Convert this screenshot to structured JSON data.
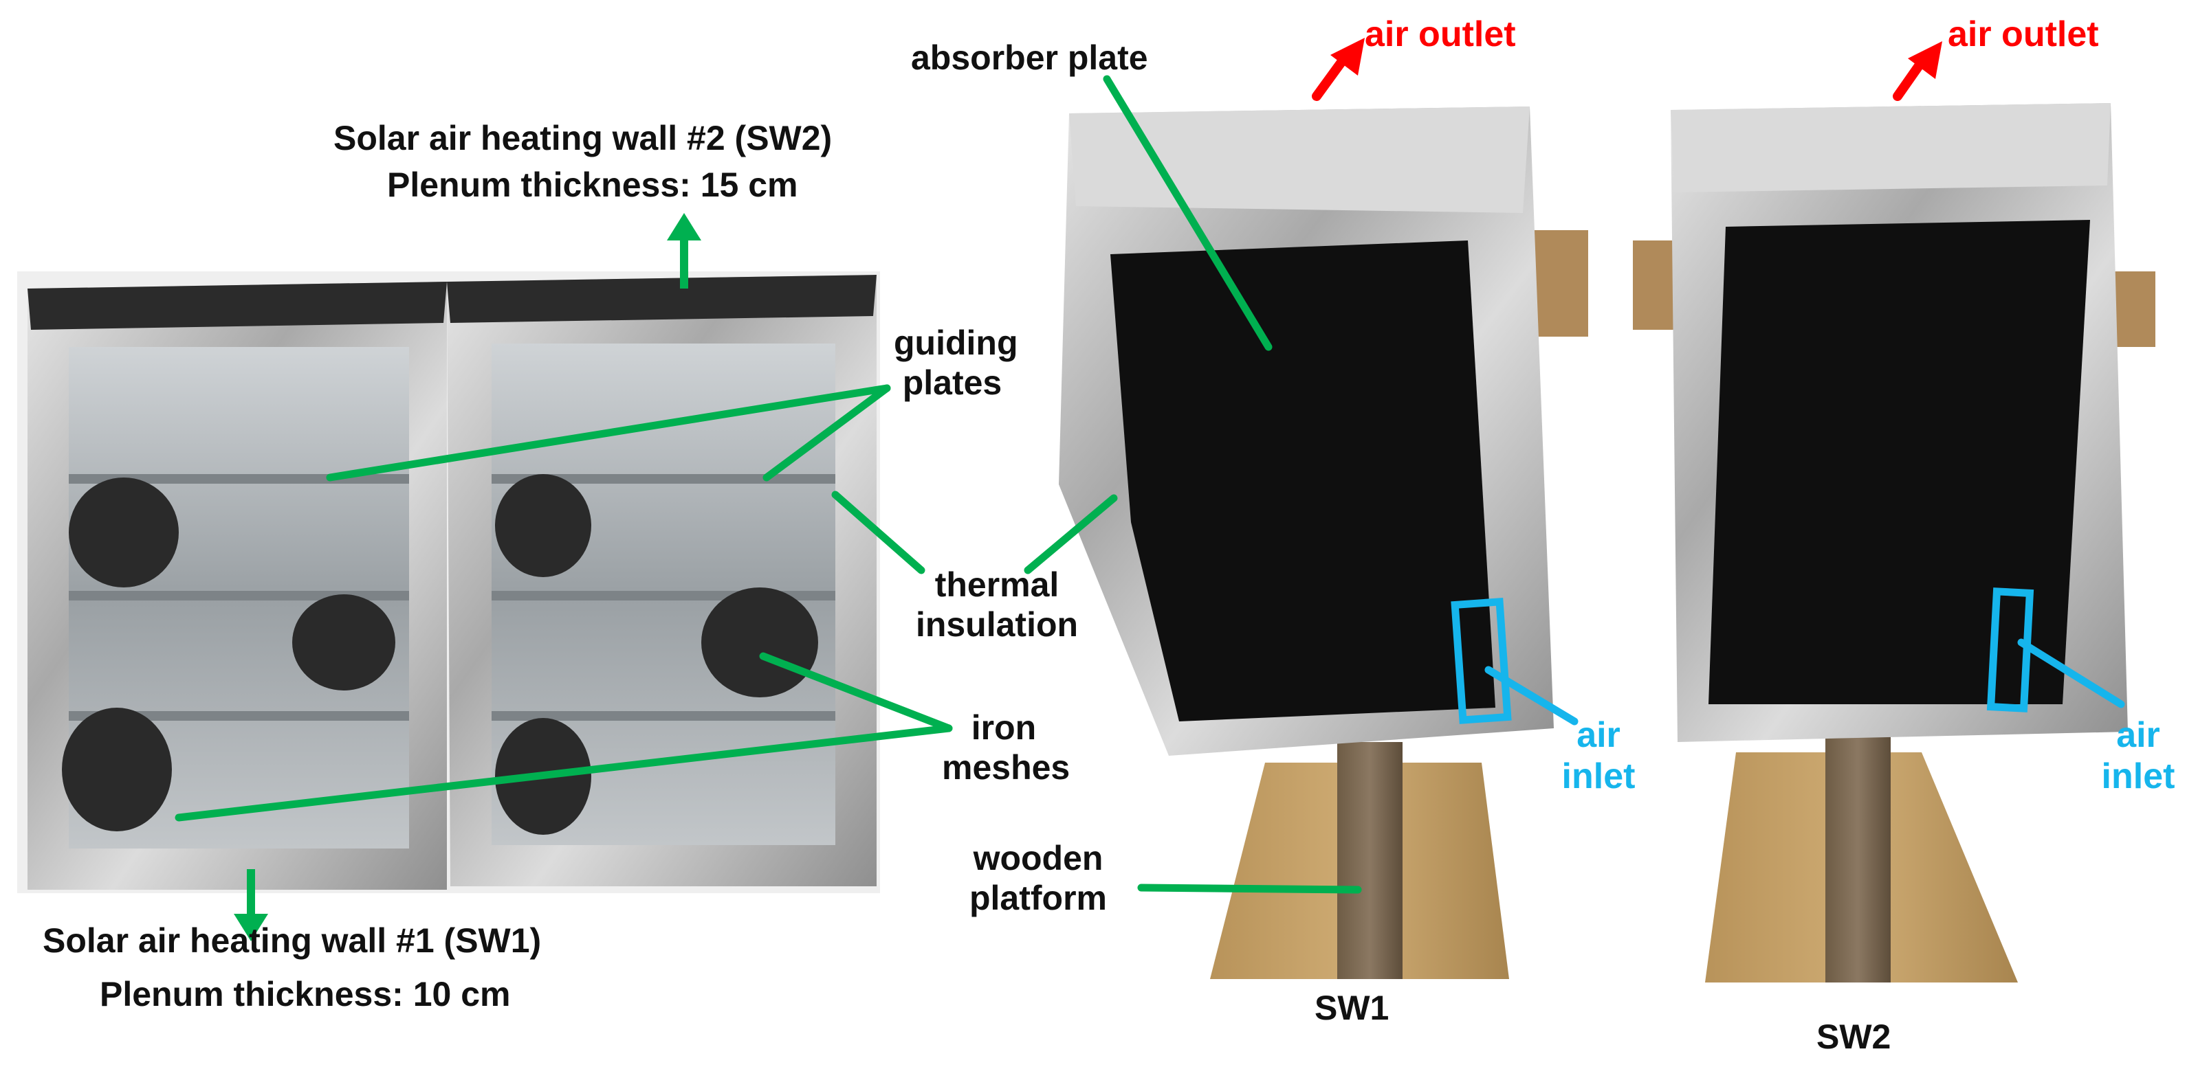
{
  "figure": {
    "sw2_title": "Solar air heating wall #2 (SW2)",
    "sw2_thickness": "Plenum thickness: 15 cm",
    "sw1_title": "Solar air heating wall #1 (SW1)",
    "sw1_thickness": "Plenum thickness: 10 cm"
  },
  "labels": {
    "absorber_plate": "absorber plate",
    "guiding_plates_1": "guiding",
    "guiding_plates_2": "plates",
    "thermal_insulation_1": "thermal",
    "thermal_insulation_2": "insulation",
    "iron_meshes_1": "iron",
    "iron_meshes_2": "meshes",
    "wooden_platform_1": "wooden",
    "wooden_platform_2": "platform",
    "air_outlet_sw1": "air outlet",
    "air_outlet_sw2": "air outlet",
    "air_inlet_sw1_1": "air",
    "air_inlet_sw1_2": "inlet",
    "air_inlet_sw2_1": "air",
    "air_inlet_sw2_2": "inlet",
    "sw1_caption": "SW1",
    "sw2_caption": "SW2"
  },
  "colors": {
    "leader_green": "#00b050",
    "outlet_red": "#ff0000",
    "inlet_blue": "#16b5ec",
    "foil": "#c9c9c9",
    "absorber": "#0d0d0d",
    "wood": "#9c7b4e",
    "osb": "#c9a66b"
  }
}
